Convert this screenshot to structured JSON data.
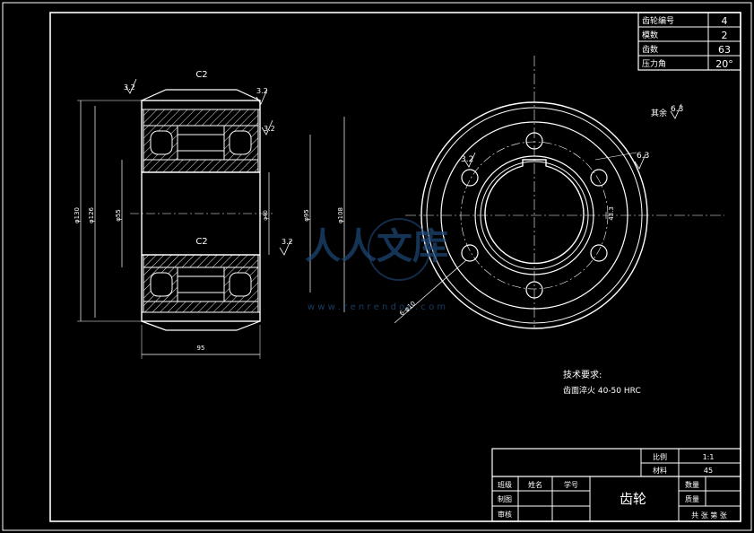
{
  "params_table": [
    {
      "label": "齿轮编号",
      "value": "4"
    },
    {
      "label": "模数",
      "value": "2"
    },
    {
      "label": "齿数",
      "value": "63"
    },
    {
      "label": "压力角",
      "value": "20°"
    }
  ],
  "section_view": {
    "chamfer_top": "C2",
    "chamfer_mid": "C2",
    "roughness_a": "3.2",
    "roughness_b": "3.2",
    "roughness_c": "3.2",
    "roughness_d": "3.2",
    "dim_left_outer": "φ130",
    "dim_left_2": "φ126",
    "dim_left_3": "φ55",
    "dim_inner_bore": "φ40",
    "dim_right_1": "φ95",
    "dim_right_2": "φ108",
    "dim_width": "95"
  },
  "front_view": {
    "other_roughness_label": "其余",
    "other_roughness_value": "6.3",
    "roughness_hole": "3.2",
    "roughness_keyway": "6.3",
    "keyway_dim": "43.3",
    "hole_callout": "6-φ10"
  },
  "tech_requirements": {
    "title": "技术要求:",
    "line1": "齿面淬火 40-50 HRC"
  },
  "watermark": {
    "text": "人人文库",
    "url": "w w w . r e n r e n d o c . c o m"
  },
  "title_block": {
    "scale_label": "比例",
    "scale_value": "1:1",
    "material_label": "材料",
    "material_value": "45",
    "row_class": "班级",
    "row_draw": "制图",
    "row_review": "审核",
    "name_label": "姓名",
    "id_label": "学号",
    "part_name": "齿轮",
    "qty_label": "数量",
    "mass_label": "质量",
    "sheet_info": "共 张 第 张"
  }
}
